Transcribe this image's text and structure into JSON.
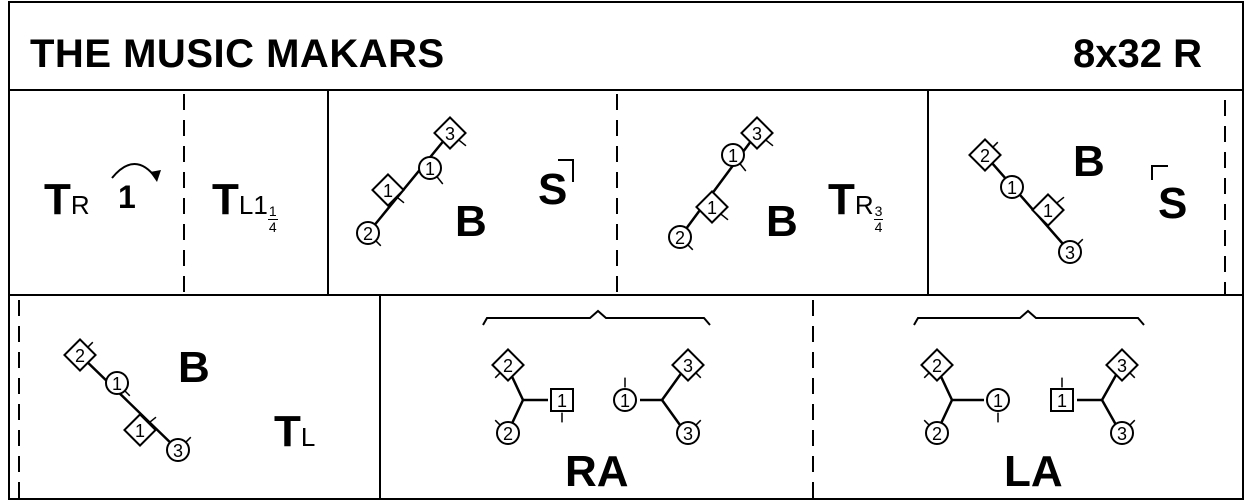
{
  "header": {
    "title": "THE MUSIC MAKARS",
    "formation": "8x32 R"
  },
  "row1": {
    "turn_r": {
      "letter": "T",
      "sub": "R"
    },
    "arrow_label": "1",
    "turn_l": {
      "letter": "T",
      "sub": "L1",
      "frac_num": "1",
      "frac_den": "4"
    },
    "b1": "B",
    "s1": "S",
    "b2": "B",
    "turn_r2": {
      "letter": "T",
      "sub": "R",
      "frac_num": "3",
      "frac_den": "4"
    },
    "b3": "B",
    "s2": "S"
  },
  "row2": {
    "b": "B",
    "turn_l": {
      "letter": "T",
      "sub": "L"
    },
    "ra": "RA",
    "la": "LA"
  },
  "dancers": {
    "one": "1",
    "two": "2",
    "three": "3"
  }
}
